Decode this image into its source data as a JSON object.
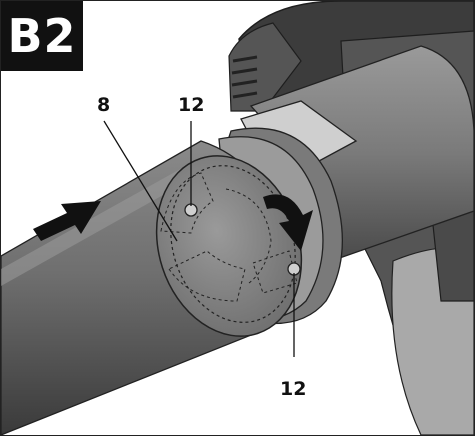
{
  "figure": {
    "badge": "B2",
    "callouts": {
      "label_8": "8",
      "label_12_top": "12",
      "label_12_bottom": "12"
    }
  },
  "colors": {
    "ink": "#111111",
    "tool_dark": "#3c3c3c",
    "tool_mid": "#7d7d7d",
    "tool_light": "#a9a9a9",
    "highlight": "#cfcfcf"
  },
  "icons": {
    "push_arrow": "arrow-right-icon",
    "rotate_arrow": "rotate-clockwise-arrow-icon"
  }
}
